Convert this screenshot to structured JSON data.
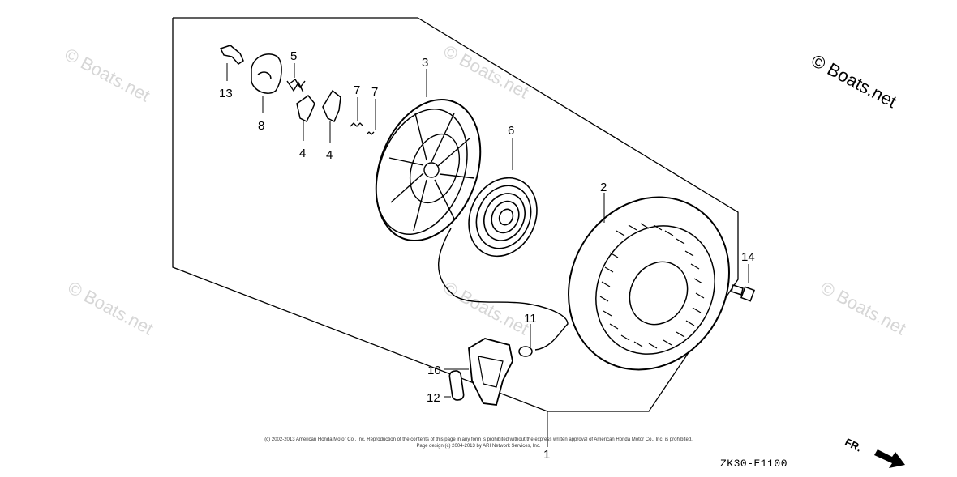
{
  "watermark": "© Boats.net",
  "brand_text": "© Boats.net",
  "callouts": {
    "p1": "1",
    "p2": "2",
    "p3": "3",
    "p4a": "4",
    "p4b": "4",
    "p5": "5",
    "p6": "6",
    "p7a": "7",
    "p7b": "7",
    "p8": "8",
    "p10": "10",
    "p11": "11",
    "p12": "12",
    "p13": "13",
    "p14": "14"
  },
  "copyright_line1": "(c) 2002-2013 American Honda Motor Co., Inc. Reproduction of the contents of this page in any form is prohibited without the express written approval of American Honda Motor Co., Inc. is prohibited.",
  "copyright_line2": "Page design (c) 2004-2013 by ARI Network Services, Inc.",
  "diagram_code": "ZK30-E1100",
  "direction_label": "FR."
}
